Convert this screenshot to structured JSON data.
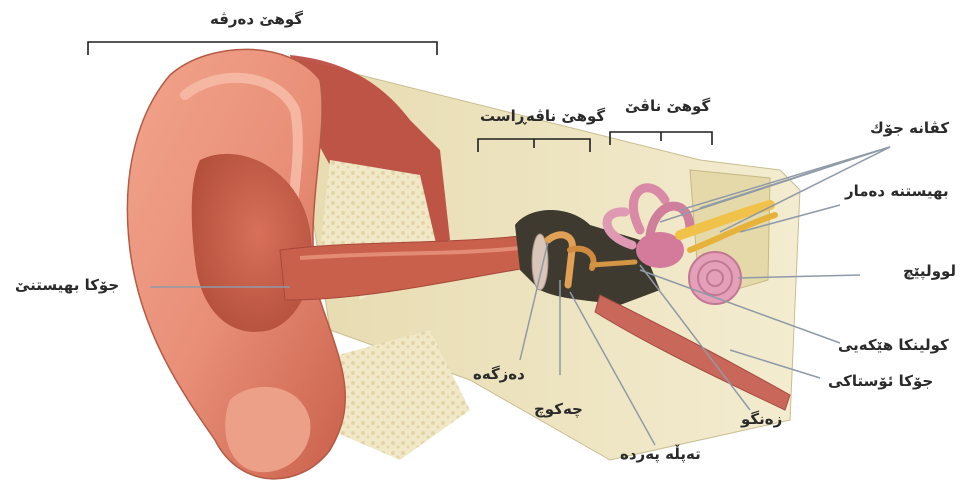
{
  "labels": {
    "outer_ear": "گوهێ دەرڤە",
    "middle_ear": "گوهێ ناڤەڕاست",
    "inner_ear": "گوهێ ناڤێ",
    "semicircular_canals": "کڤانە جۆك",
    "auditory_nerve": "بهیستنە دەمار",
    "cochlea": "لوولپێچ",
    "round_window": "کولینکا هێکەیی",
    "eustachian_tube": "جۆکا ئۆستاکی",
    "stirrup": "زەنگو",
    "eardrum": "تەپڵە پەردە",
    "hammer": "چەکوچ",
    "anvil": "دەزگەه",
    "ear_canal": "جۆکا بهیستنێ"
  },
  "colors": {
    "skin": "#e98f78",
    "skin_dark": "#c9604a",
    "bone": "#efe6c0",
    "muscle": "#b9453a",
    "cochlea": "#d98aa6",
    "nerve": "#f0c24a",
    "leader": "#8f9aa8"
  }
}
